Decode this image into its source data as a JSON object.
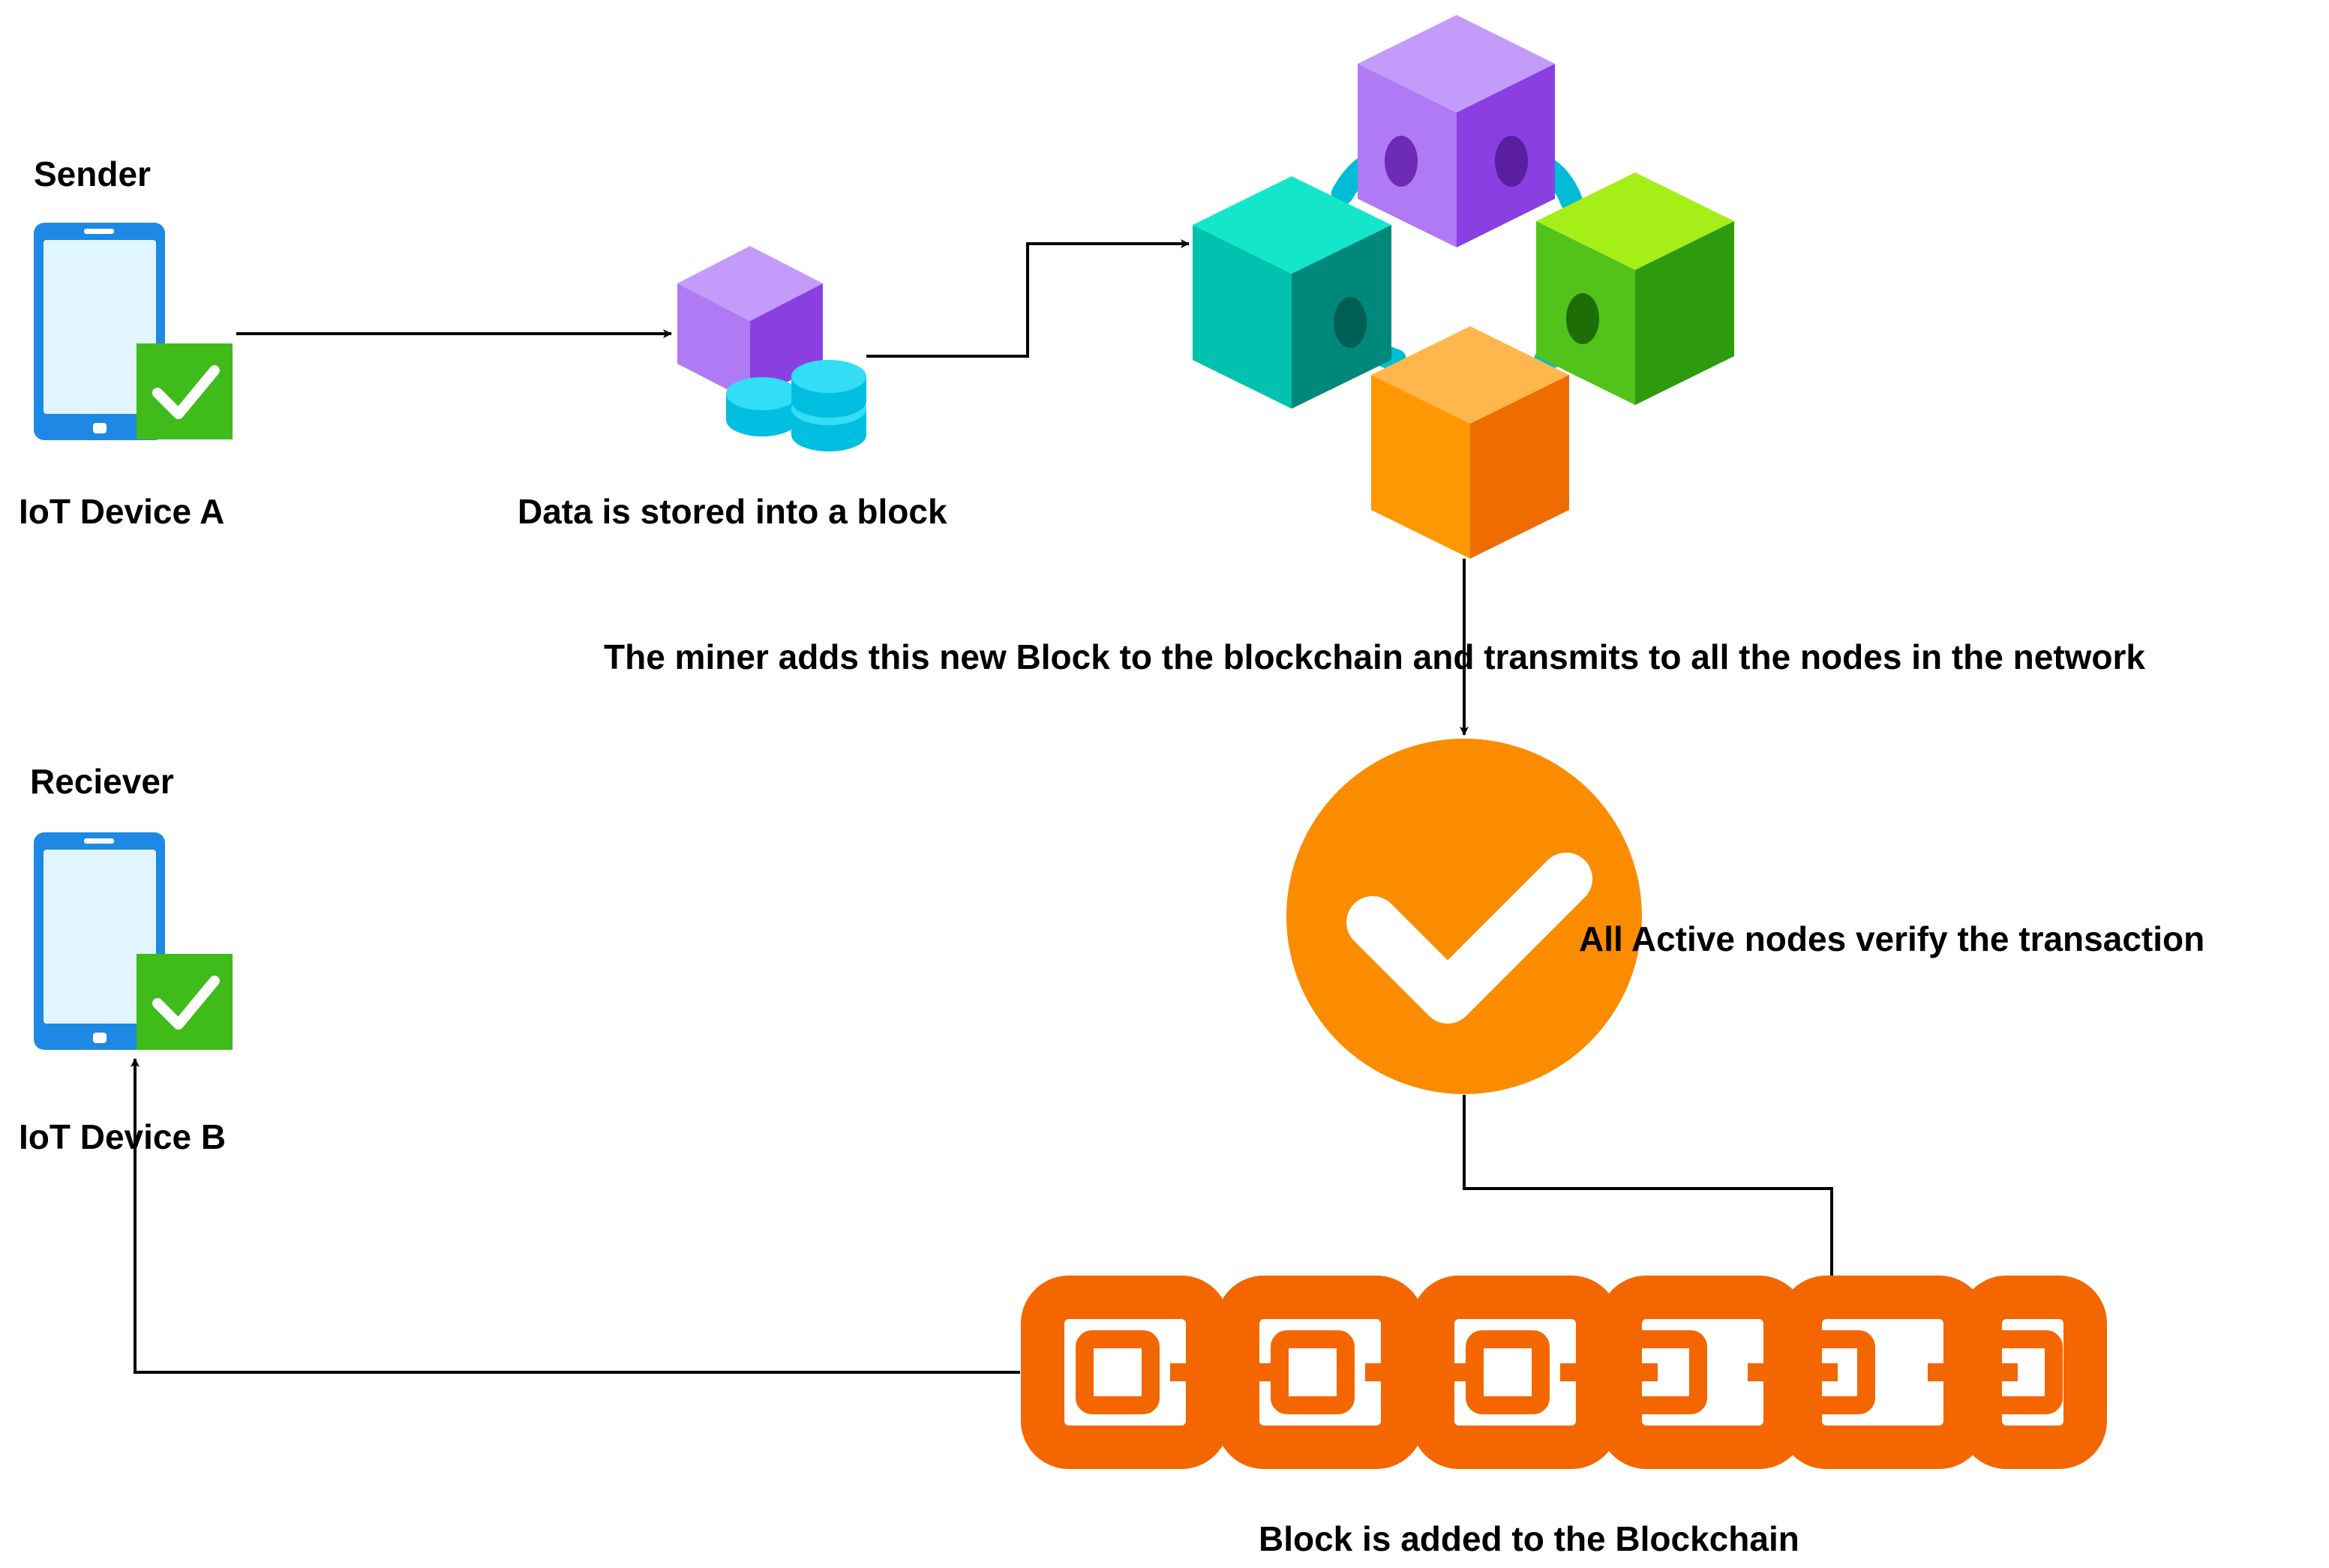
{
  "labels": {
    "sender": "Sender",
    "device_a": "IoT Device A",
    "data_stored": "Data is stored into a block",
    "miner": "The miner adds this new Block to the blockchain and transmits to all the nodes in the network",
    "receiver": "Reciever",
    "verify": "All Active nodes verify the transaction",
    "device_b": "IoT Device B",
    "block_added": "Block is added to the Blockchain"
  },
  "colors": {
    "phone_blue": "#1E88E5",
    "phone_screen": "#E1F5FE",
    "check_green": "#3FBB1A",
    "purple_top": "#C39BFA",
    "purple_left": "#B07AF5",
    "purple_right": "#8A3FE3",
    "teal_top": "#14E6C9",
    "teal_left": "#00C2AE",
    "teal_right": "#00897B",
    "green_top": "#A6EE17",
    "green_left": "#52C31B",
    "green_right": "#2E9A0E",
    "orange_top": "#FFB74D",
    "orange_left": "#FF9800",
    "orange_right": "#EF6C00",
    "link_cyan": "#00BCD4",
    "coin_cyan": "#00D4F0",
    "verify_orange": "#FB8C00",
    "chain_orange": "#F46600",
    "arrow": "#000000"
  },
  "icons": [
    "phone-icon",
    "checkmark-icon",
    "cube-icon",
    "coins-icon",
    "blockchain-network-icon",
    "verified-badge-icon",
    "chain-icon"
  ]
}
